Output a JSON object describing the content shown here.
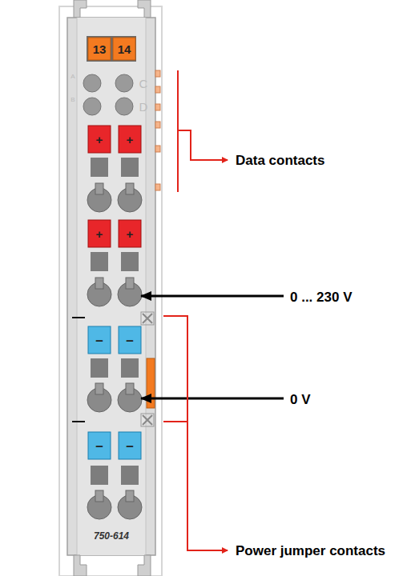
{
  "diagram": {
    "labels": [
      "13",
      "14",
      "A",
      "B",
      "C",
      "D",
      "+",
      "+",
      "Data contacts",
      "+",
      "+",
      "0 ... 230 V",
      "–",
      "–",
      "0 V",
      "–",
      "–",
      "750-614",
      "Power jumper contacts"
    ]
  }
}
